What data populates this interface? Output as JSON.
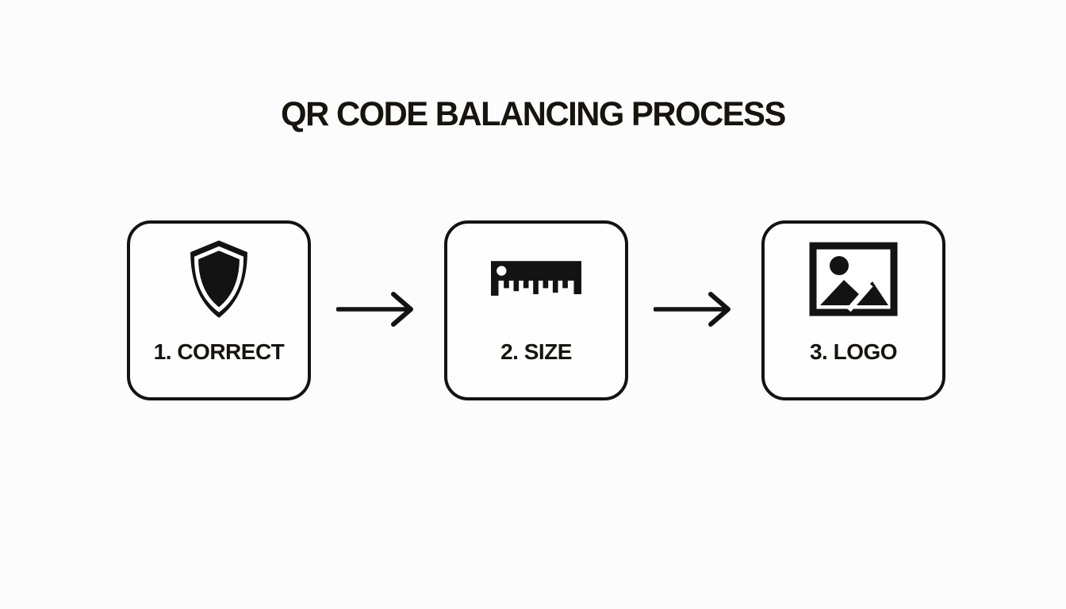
{
  "title": "QR CODE BALANCING PROCESS",
  "diagram": {
    "steps": [
      {
        "label": "1. CORRECT",
        "icon": "shield-icon"
      },
      {
        "label": "2. SIZE",
        "icon": "ruler-icon"
      },
      {
        "label": "3. LOGO",
        "icon": "image-icon"
      }
    ],
    "connectors": [
      {
        "type": "arrow-right-icon"
      },
      {
        "type": "arrow-right-icon"
      }
    ],
    "colors": {
      "ink": "#131313",
      "background": "#fcfcfc",
      "box_fill": "#fefefe"
    }
  }
}
